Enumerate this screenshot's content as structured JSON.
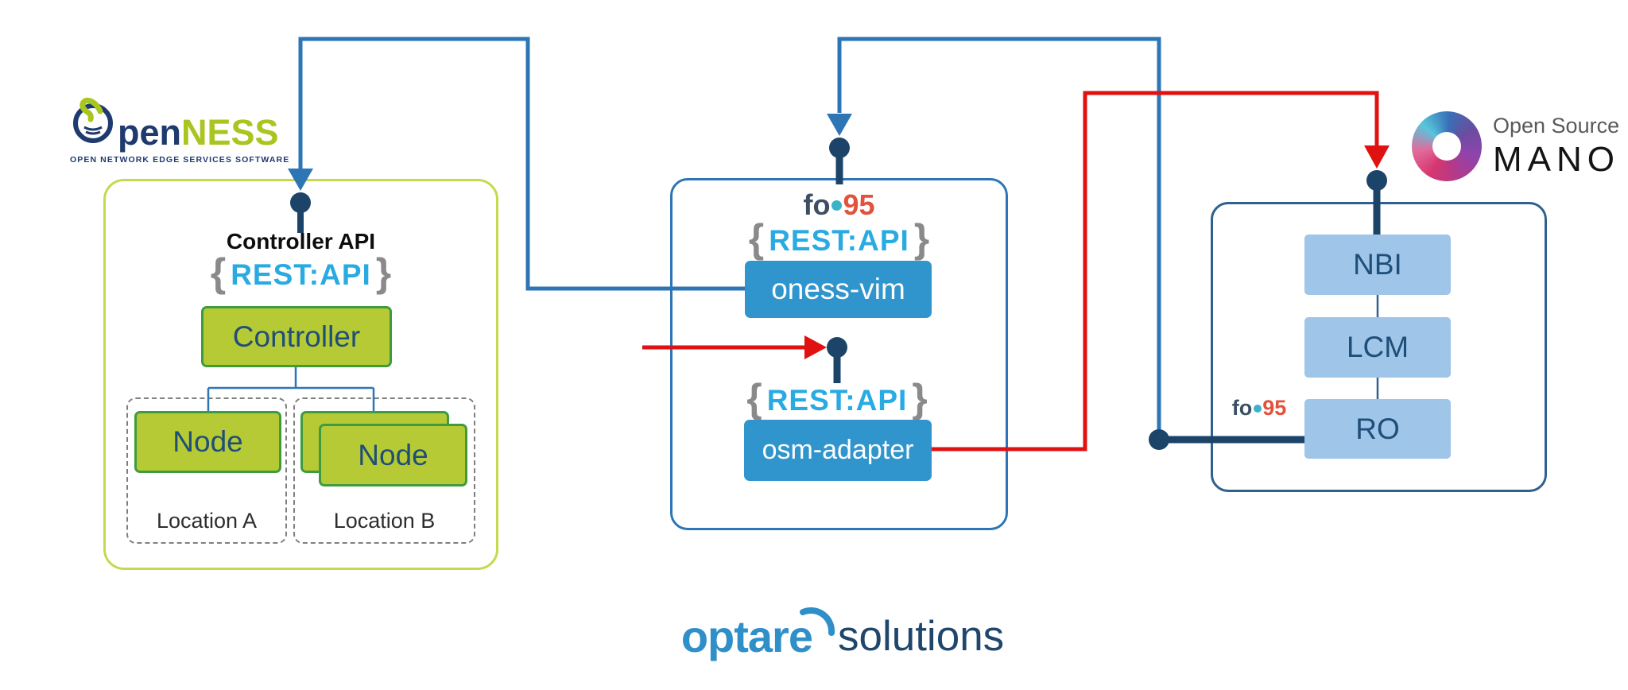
{
  "colors": {
    "line_blue": "#2e75b6",
    "navy_dot": "#1c4468",
    "red_line": "#e01111",
    "lime_border": "#c6d84f",
    "green_fill": "#b5ca34",
    "green_border": "#3f9b40",
    "box_text_navy": "#1f4e79",
    "mid_blue_fill": "#3095cc",
    "light_blue_fill": "#9fc5e8",
    "rest_api_cyan": "#29abe2",
    "brace_gray": "#8a8a8a",
    "right_panel_border": "#2f618f"
  },
  "rest_api": {
    "open": "{",
    "label": "REST:API",
    "close": "}"
  },
  "openness_logo": {
    "word_start": "pen",
    "word_end": "NESS",
    "tagline": "OPEN NETWORK EDGE SERVICES SOFTWARE"
  },
  "fog05_logo": {
    "part1": "fo",
    "part2": "9",
    "part3": "5"
  },
  "mano_logo": {
    "line1": "Open Source",
    "line2": "MANO"
  },
  "optare_logo": {
    "brand": "optare",
    "suffix": "solutions"
  },
  "left_panel": {
    "api_title": "Controller API",
    "controller": "Controller",
    "node": "Node",
    "location_a": "Location A",
    "location_b": "Location B"
  },
  "middle_panel": {
    "vim": "oness-vim",
    "adapter": "osm-adapter"
  },
  "right_panel": {
    "nbi": "NBI",
    "lcm": "LCM",
    "ro": "RO"
  }
}
